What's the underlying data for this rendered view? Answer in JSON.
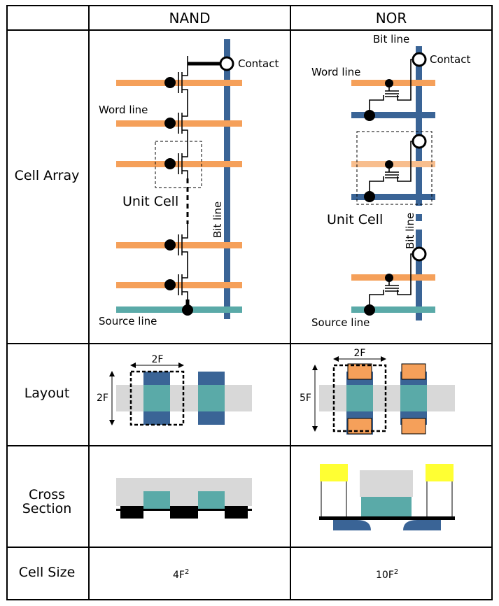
{
  "table": {
    "header_nand": "NAND",
    "header_nor": "NOR",
    "row_cell_array": "Cell Array",
    "row_layout": "Layout",
    "row_cross_section_1": "Cross",
    "row_cross_section_2": "Section",
    "row_cell_size": "Cell Size"
  },
  "nand": {
    "contact": "Contact",
    "word_line": "Word line",
    "unit_cell": "Unit Cell",
    "bit_line": "Bit line",
    "source_line": "Source line",
    "layout_width": "2F",
    "layout_height": "2F",
    "cell_size_base": "4F",
    "cell_size_exp": "2"
  },
  "nor": {
    "bit_line_top": "Bit line",
    "contact": "Contact",
    "word_line": "Word line",
    "unit_cell": "Unit Cell",
    "bit_line": "Bit line",
    "source_line": "Source line",
    "layout_width": "2F",
    "layout_height": "5F",
    "cell_size_base": "10F",
    "cell_size_exp": "2"
  },
  "colors": {
    "word_line": "#F5A05A",
    "word_line_light": "#F8BE8E",
    "bit_line": "#3A6496",
    "source_line": "#5AAAA8",
    "teal": "#5AAAA8",
    "gray": "#D8D8D8",
    "yellow": "#FFFF33",
    "orange_contact": "#F5A05A",
    "black": "#000000"
  }
}
